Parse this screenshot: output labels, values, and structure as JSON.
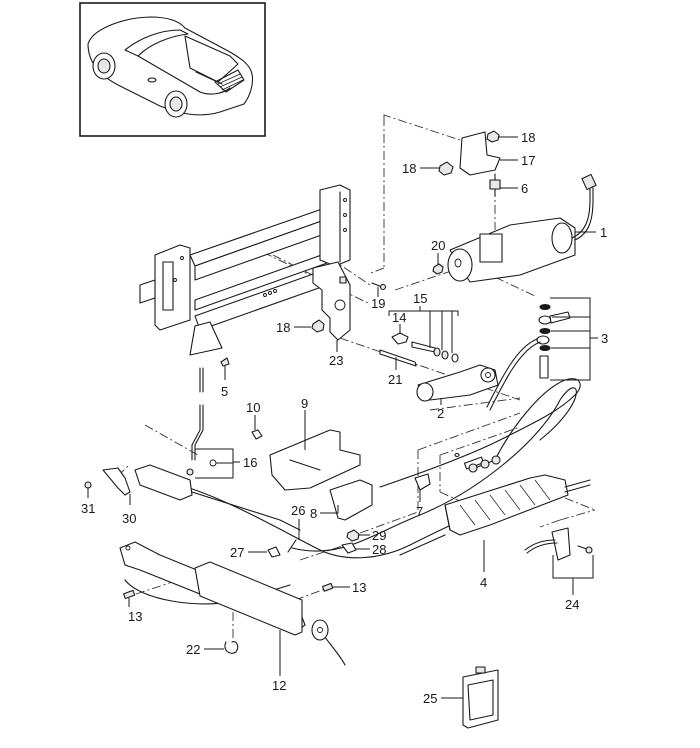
{
  "diagram": {
    "title": "Convertible top hydraulic system – exploded parts diagram",
    "inset": {
      "subject": "vehicle-overview-convertible"
    },
    "parts": [
      {
        "ref": "1",
        "name": "hydraulic-pump-motor"
      },
      {
        "ref": "2",
        "name": "hydraulic-valve-block"
      },
      {
        "ref": "3",
        "name": "banjo-fitting-set"
      },
      {
        "ref": "4",
        "name": "hydraulic-cylinder-tension-bow"
      },
      {
        "ref": "5",
        "name": "clip"
      },
      {
        "ref": "6",
        "name": "rubber-mount"
      },
      {
        "ref": "7",
        "name": "line-holder-clip"
      },
      {
        "ref": "8",
        "name": "bracket"
      },
      {
        "ref": "9",
        "name": "cover"
      },
      {
        "ref": "10",
        "name": "expanding-rivet"
      },
      {
        "ref": "12",
        "name": "hydraulic-cylinder-main"
      },
      {
        "ref": "13",
        "name": "grease-nipple"
      },
      {
        "ref": "14",
        "name": "screw"
      },
      {
        "ref": "15",
        "name": "valve-repair-kit"
      },
      {
        "ref": "16",
        "name": "linkage-rod-set"
      },
      {
        "ref": "17",
        "name": "pump-bracket"
      },
      {
        "ref": "18",
        "name": "nut"
      },
      {
        "ref": "19",
        "name": "screw"
      },
      {
        "ref": "20",
        "name": "nut"
      },
      {
        "ref": "21",
        "name": "pin"
      },
      {
        "ref": "22",
        "name": "clamp"
      },
      {
        "ref": "23",
        "name": "mounting-plate"
      },
      {
        "ref": "24",
        "name": "sensor-set"
      },
      {
        "ref": "25",
        "name": "hydraulic-fluid"
      },
      {
        "ref": "26",
        "name": "cable-tie"
      },
      {
        "ref": "27",
        "name": "clip"
      },
      {
        "ref": "28",
        "name": "clip"
      },
      {
        "ref": "29",
        "name": "nut"
      },
      {
        "ref": "30",
        "name": "lever"
      },
      {
        "ref": "31",
        "name": "screw"
      }
    ],
    "callouts": {
      "c1": "1",
      "c2": "2",
      "c3": "3",
      "c4": "4",
      "c5": "5",
      "c6": "6",
      "c7": "7",
      "c8": "8",
      "c9": "9",
      "c10": "10",
      "c12": "12",
      "c13a": "13",
      "c13b": "13",
      "c14": "14",
      "c15": "15",
      "c16": "16",
      "c17": "17",
      "c18a": "18",
      "c18b": "18",
      "c18c": "18",
      "c19": "19",
      "c20": "20",
      "c21": "21",
      "c22": "22",
      "c23": "23",
      "c24": "24",
      "c25": "25",
      "c26": "26",
      "c27": "27",
      "c28": "28",
      "c29": "29",
      "c30": "30",
      "c31": "31"
    }
  }
}
